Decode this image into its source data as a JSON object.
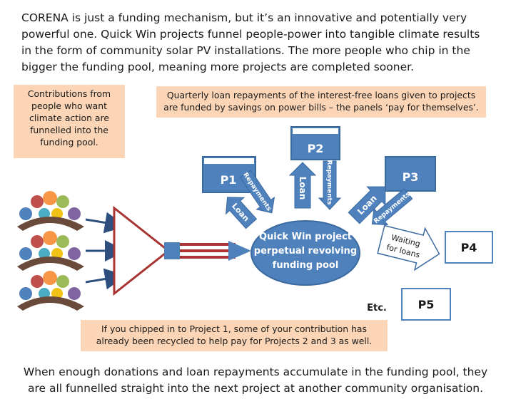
{
  "intro": "CORENA is just a funding mechanism, but it’s an innovative and potentially very powerful one. Quick Win projects funnel people-power into tangible climate results in the form of community solar PV installations. The more people who chip in the bigger the funding pool, meaning more projects are completed sooner.",
  "notes": {
    "contributions": "Contributions from people who want climate action are funnelled into the funding pool.",
    "repayments": "Quarterly loan repayments of the interest-free loans given to projects are funded by savings on power bills – the panels ‘pay for themselves’.",
    "recycled": "If you chipped in to Project 1, some of your contribution has already been recycled to help pay for Projects 2 and 3 as well."
  },
  "pool": {
    "line1": "Quick Win project",
    "line2": "perpetual revolving",
    "line3": "funding pool"
  },
  "projects": {
    "p1": "P1",
    "p2": "P2",
    "p3": "P3",
    "p4": "P4",
    "p5": "P5"
  },
  "arrow_labels": {
    "loan": "Loan",
    "repayments": "Repayments",
    "waiting_line1": "Waiting",
    "waiting_line2": "for loans"
  },
  "etc": "Etc.",
  "outro": "When enough donations and loan repayments accumulate in the funding pool, they are all funnelled straight into the next project at another community organisation.",
  "colors": {
    "blue": "#4f81bd",
    "blue_dark": "#2e5a8a",
    "funnel_red": "#a93434",
    "note_bg": "#fbd5b5"
  }
}
